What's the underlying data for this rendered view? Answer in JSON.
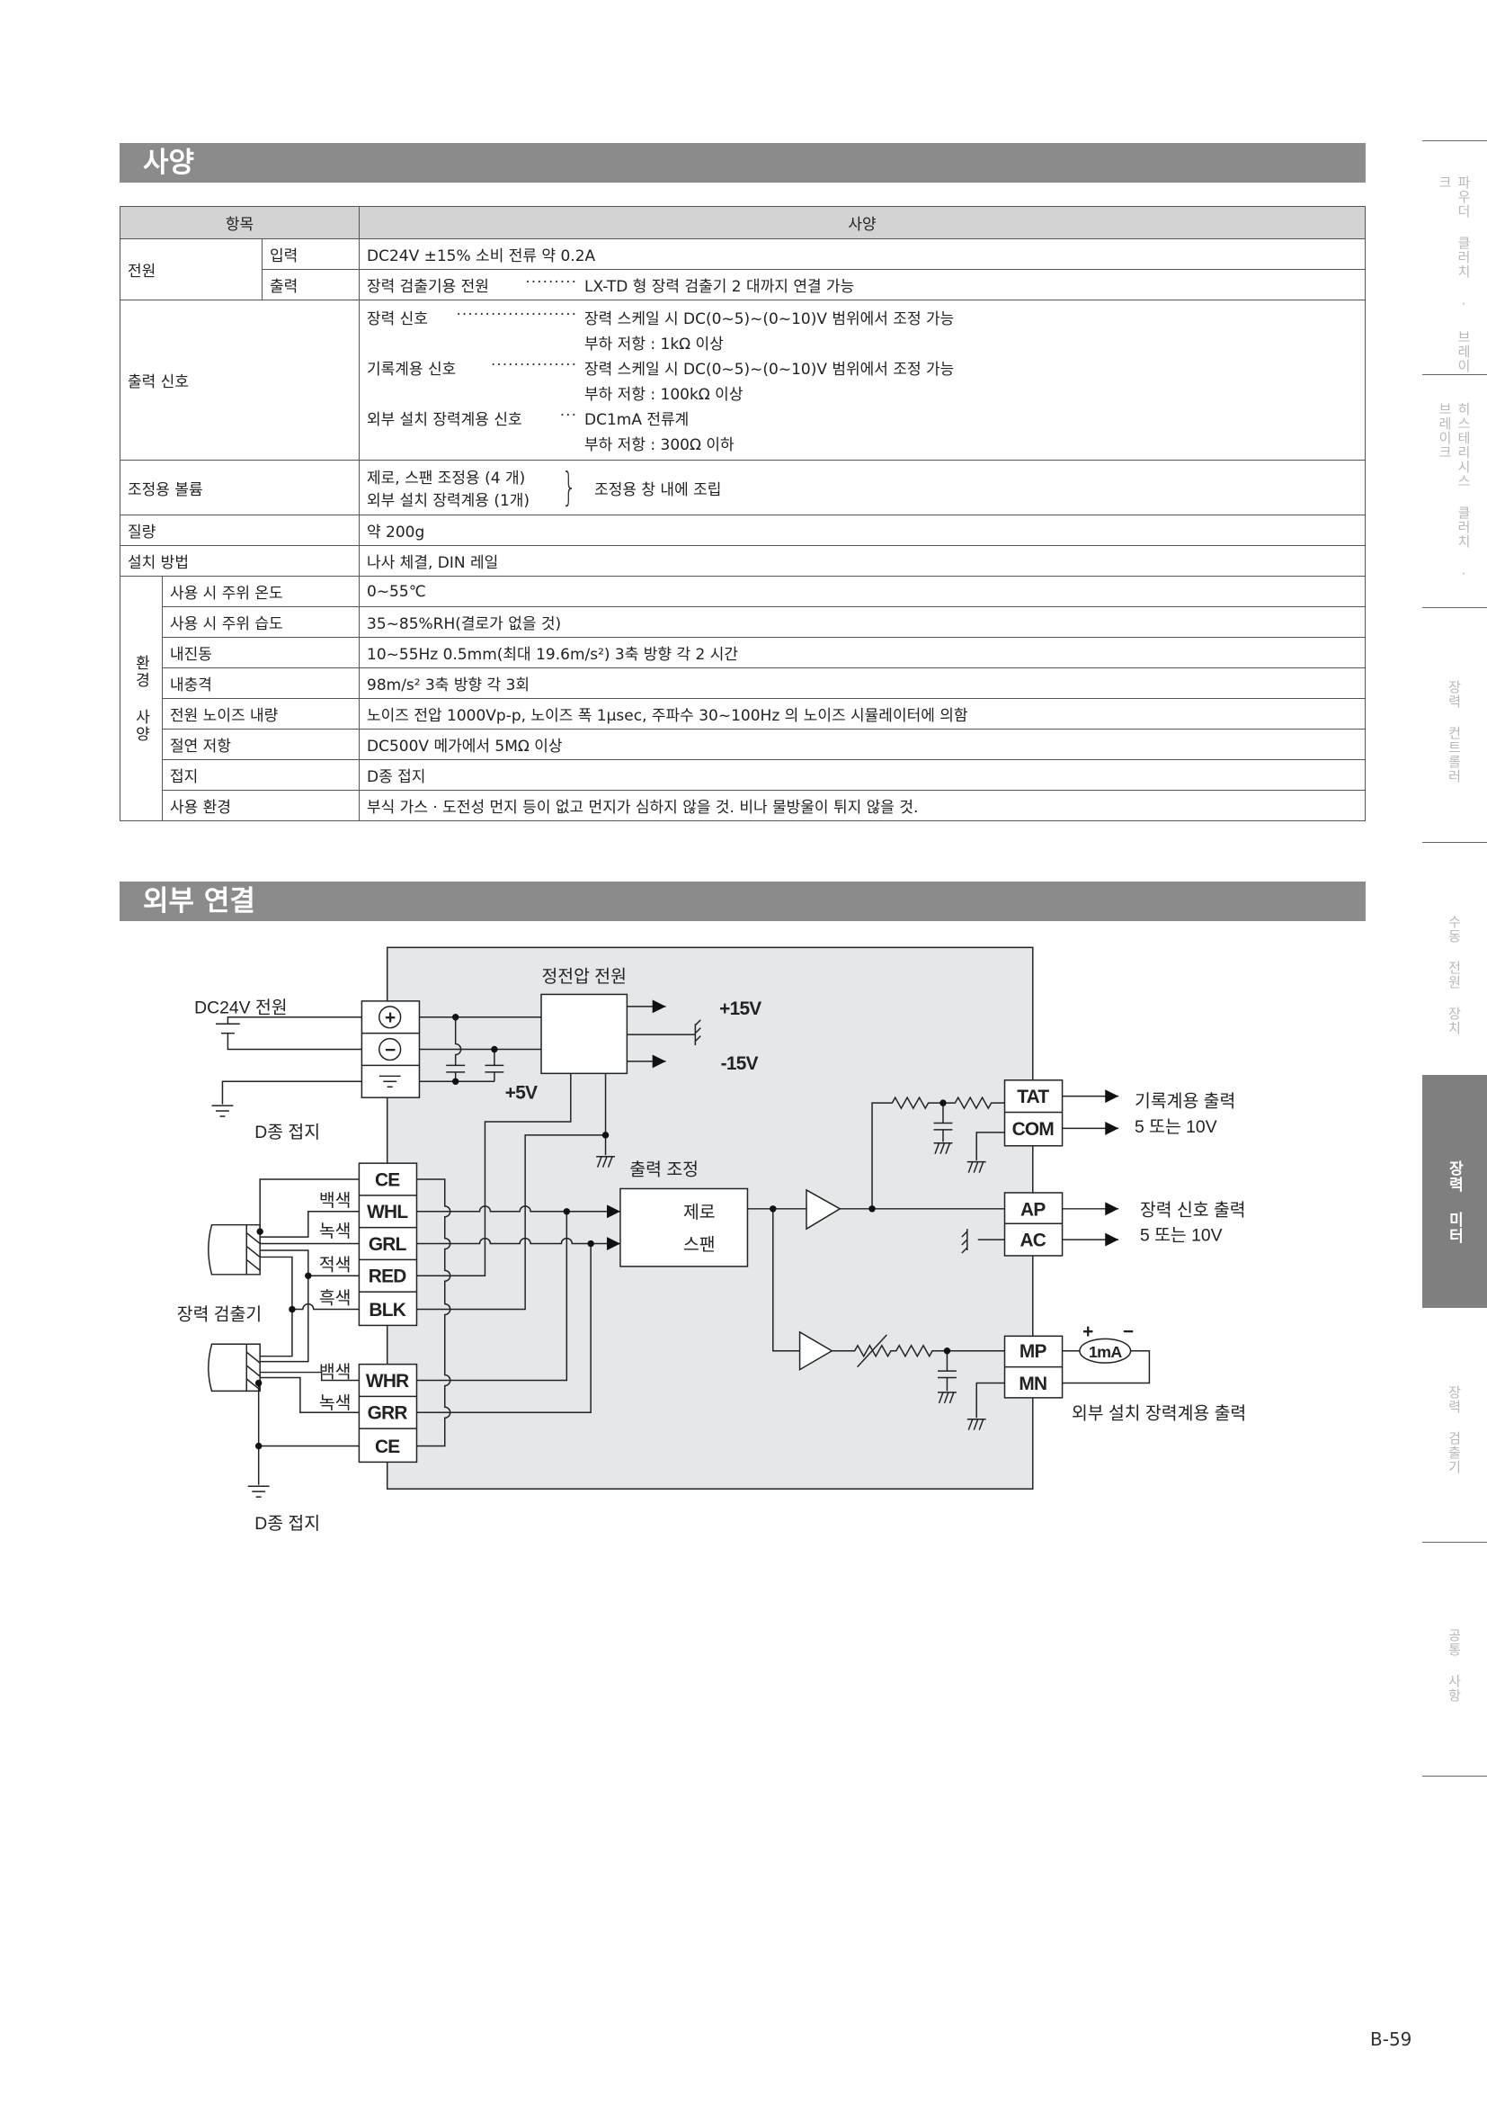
{
  "sections": {
    "spec_title": "사양",
    "connection_title": "외부 연결"
  },
  "table": {
    "header": {
      "item": "항목",
      "spec": "사양"
    },
    "power": {
      "label": "전원",
      "input_label": "입력",
      "input_value": "DC24V ±15% 소비 전류 약 0.2A",
      "output_label": "출력",
      "output_item": "장력 검출기용 전원",
      "output_leader": "·········",
      "output_value": "LX-TD 형 장력 검출기 2 대까지 연결 가능"
    },
    "output_signal": {
      "label": "출력 신호",
      "items": [
        {
          "name": "장력 신호",
          "leader": "·····················",
          "value": "장력 스케일 시 DC(0~5)~(0~10)V 범위에서 조정 가능",
          "load": "부하 저항 : 1kΩ 이상"
        },
        {
          "name": "기록계용 신호",
          "leader": "···············",
          "value": "장력 스케일 시 DC(0~5)~(0~10)V 범위에서 조정 가능",
          "load": "부하 저항 : 100kΩ 이상"
        },
        {
          "name": "외부 설치 장력계용 신호",
          "leader": "···",
          "value": "DC1mA 전류계",
          "load": "부하 저항 : 300Ω 이하"
        }
      ]
    },
    "adjust": {
      "label": "조정용 볼륨",
      "line1": "제로, 스팬 조정용 (4 개)",
      "line2": "외부 설치 장력계용 (1개)",
      "brace": "}",
      "note": "조정용 창 내에 조립"
    },
    "weight": {
      "label": "질량",
      "value": "약 200g"
    },
    "mounting": {
      "label": "설치 방법",
      "value": "나사 체결, DIN 레일"
    },
    "env": {
      "label": "환경 사양",
      "rows": [
        {
          "label": "사용 시 주위 온도",
          "value": "0~55℃"
        },
        {
          "label": "사용 시 주위 습도",
          "value": "35~85%RH(결로가 없을 것)"
        },
        {
          "label": "내진동",
          "value": "10~55Hz 0.5mm(최대 19.6m/s²) 3축 방향 각 2 시간"
        },
        {
          "label": "내충격",
          "value": "98m/s² 3축 방향 각 3회"
        },
        {
          "label": "전원 노이즈 내량",
          "value": "노이즈 전압 1000Vp-p, 노이즈 폭 1μsec, 주파수 30~100Hz 의 노이즈 시뮬레이터에 의함"
        },
        {
          "label": "절연 저항",
          "value": "DC500V 메가에서 5MΩ 이상"
        },
        {
          "label": "접지",
          "value": "D종 접지"
        },
        {
          "label": "사용 환경",
          "value": "부식 가스 · 도전성 먼지 등이 없고 먼지가 심하지 않을 것. 비나 물방울이 튀지 않을 것."
        }
      ]
    }
  },
  "diagram": {
    "power_label": "DC24V 전원",
    "regulator_label": "정전압 전원",
    "plus15": "+15V",
    "minus15": "-15V",
    "plus5": "+5V",
    "ground_upper": "D종 접지",
    "ground_lower": "D종 접지",
    "adjust_label": "출력 조정",
    "zero": "제로",
    "span": "스팬",
    "sensor_label": "장력 검출기",
    "power_terminals": [
      "+",
      "−"
    ],
    "sensor_terminals_upper": [
      "CE",
      "WHL",
      "GRL",
      "RED",
      "BLK"
    ],
    "sensor_terminals_lower": [
      "WHR",
      "GRR",
      "CE"
    ],
    "wire_colors_upper": [
      "백색",
      "녹색",
      "적색",
      "흑색"
    ],
    "wire_colors_lower": [
      "백색",
      "녹색"
    ],
    "output_terminals": [
      "TAT",
      "COM",
      "AP",
      "AC",
      "MP",
      "MN"
    ],
    "recorder_output": [
      "기록계용 출력",
      "5 또는 10V"
    ],
    "tension_output": [
      "장력 신호 출력",
      "5 또는 10V"
    ],
    "meter": "1mA",
    "meter_plus": "+",
    "meter_minus": "−",
    "meter_output": "외부 설치 장력계용 출력"
  },
  "sidebar": {
    "tabs": [
      {
        "label": "파우더 클러치 · 브레이크"
      },
      {
        "label": "히스테리시스 클러치 · 브레이크"
      },
      {
        "label": "장력 컨트롤러"
      },
      {
        "label": "수동 전원 장치"
      },
      {
        "label": "장력 미터",
        "active": true
      },
      {
        "label": "장력 검출기"
      },
      {
        "label": "공통 사항"
      }
    ]
  },
  "page_number": "B-59"
}
